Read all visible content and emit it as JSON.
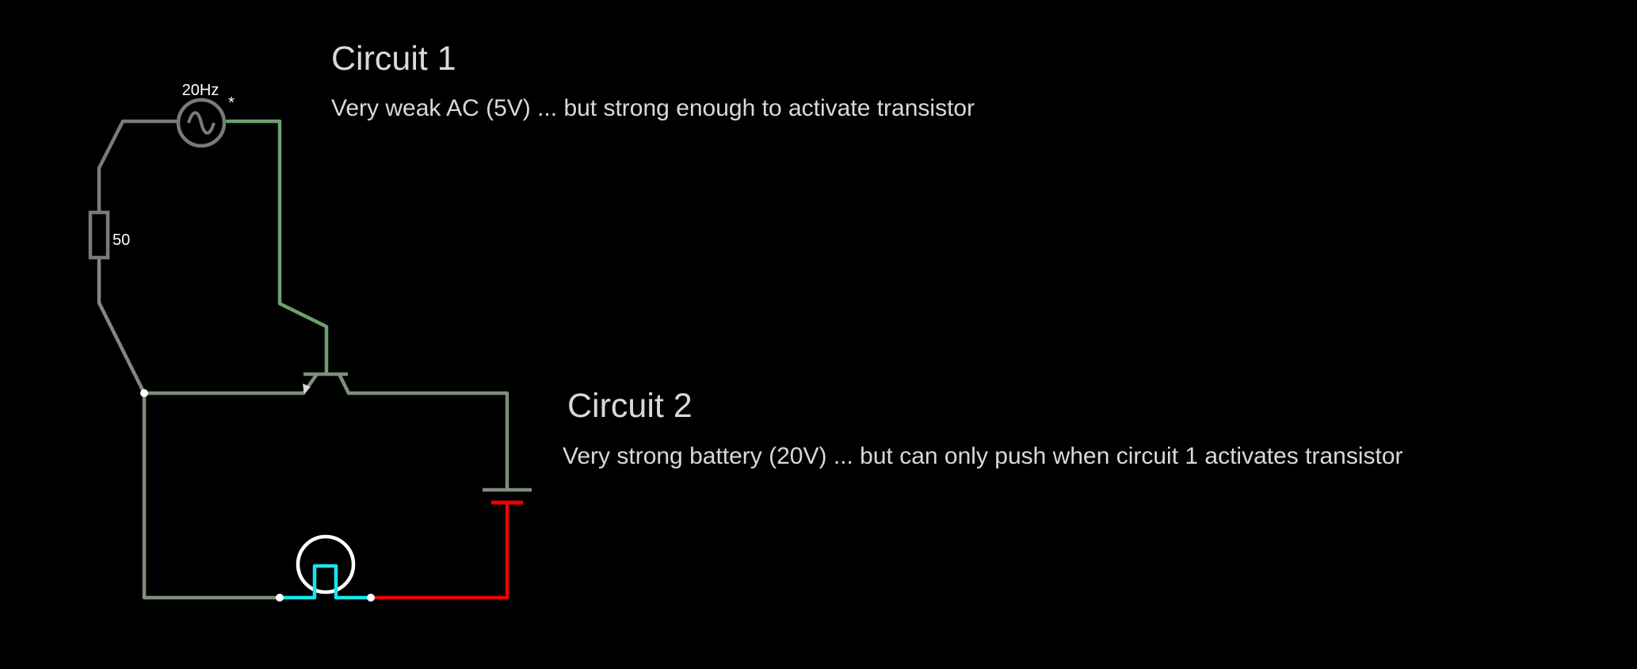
{
  "colors": {
    "background": "#000000",
    "wire_neutral": "#7a7a7a",
    "wire_grey_green": "#7e8f7b",
    "wire_green": "#6fa070",
    "wire_red": "#ee0000",
    "wire_cyan": "#17e6ec",
    "component_white": "#ffffff",
    "text": "#d9d9d9"
  },
  "components": {
    "ac_source": {
      "icon": "ac-sine-icon",
      "label": "20Hz",
      "marker": "*"
    },
    "resistor": {
      "icon": "resistor-icon",
      "label": "50"
    },
    "transistor": {
      "icon": "pnp-transistor-icon"
    },
    "battery": {
      "icon": "battery-icon"
    },
    "lamp": {
      "icon": "lamp-icon"
    }
  },
  "annotations": {
    "circuit1": {
      "title": "Circuit 1",
      "description": "Very weak AC (5V) ... but strong enough to activate transistor"
    },
    "circuit2": {
      "title": "Circuit 2",
      "description": "Very strong battery (20V) ... but can only push when circuit 1 activates transistor"
    }
  }
}
